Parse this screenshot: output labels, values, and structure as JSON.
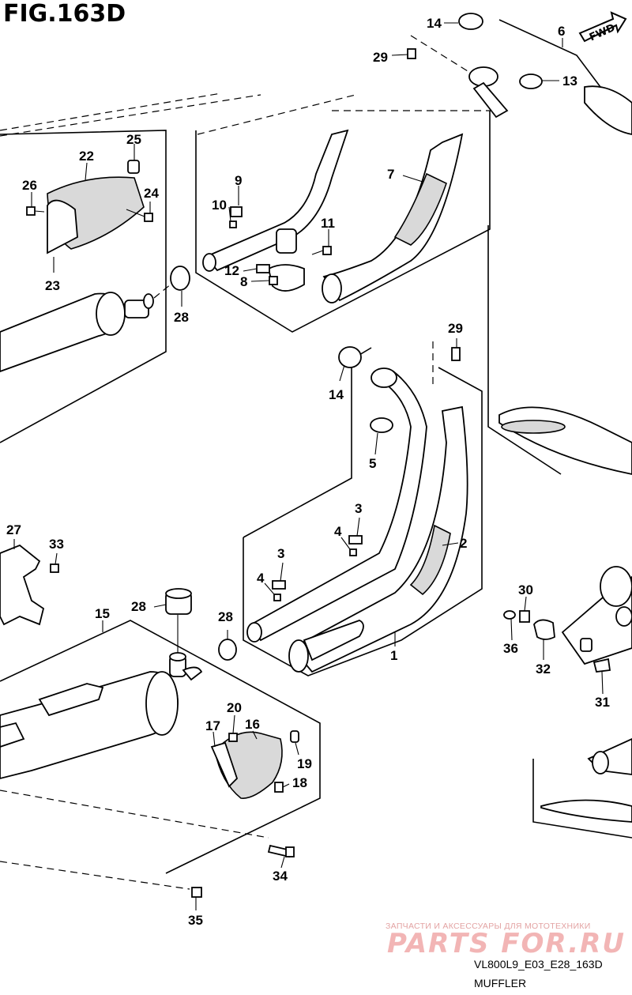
{
  "figure": {
    "title": "FIG.163D",
    "fwd_label": "FWD",
    "diagram_code": "VL800L9_E03_E28_163D",
    "caption": "MUFFLER"
  },
  "watermark": {
    "line1": "ЗАПЧАСТИ И АКСЕССУАРЫ ДЛЯ МОТОТЕХНИКИ",
    "line2": "PARTS FOR.RU"
  },
  "callouts": {
    "c1": "1",
    "c2": "2",
    "c3a": "3",
    "c3b": "3",
    "c4a": "4",
    "c4b": "4",
    "c5": "5",
    "c6": "6",
    "c7": "7",
    "c8": "8",
    "c9": "9",
    "c10": "10",
    "c11": "11",
    "c12": "12",
    "c13": "13",
    "c14a": "14",
    "c14b": "14",
    "c15": "15",
    "c16": "16",
    "c17": "17",
    "c18": "18",
    "c19": "19",
    "c20": "20",
    "c22": "22",
    "c23": "23",
    "c24": "24",
    "c25": "25",
    "c26": "26",
    "c27": "27",
    "c28a": "28",
    "c28b": "28",
    "c28c": "28",
    "c29a": "29",
    "c29b": "29",
    "c30": "30",
    "c31": "31",
    "c32": "32",
    "c33": "33",
    "c34": "34",
    "c35": "35",
    "c36": "36"
  }
}
